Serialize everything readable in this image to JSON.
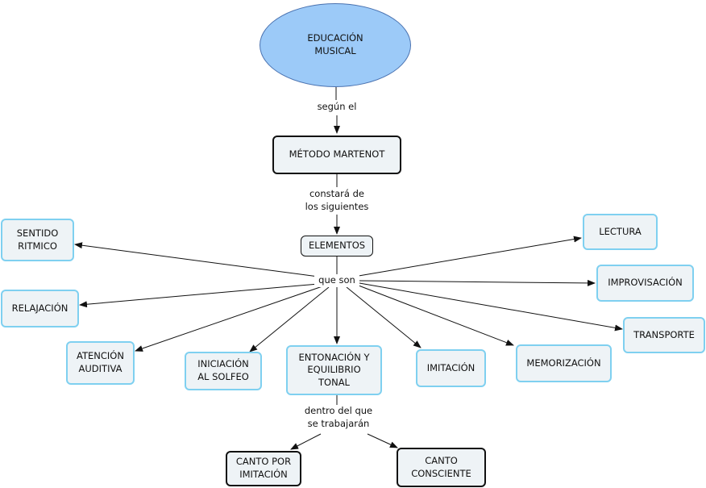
{
  "nodes": {
    "root": "EDUCACIÓN\nMUSICAL",
    "method": "MÉTODO MARTENOT",
    "elements": "ELEMENTOS",
    "sentido": "SENTIDO\nRITMICO",
    "relajacion": "RELAJACIÓN",
    "atencion": "ATENCIÓN\nAUDITIVA",
    "solfeo": "INICIACIÓN\nAL SOLFEO",
    "entonacion": "ENTONACIÓN Y\nEQUILIBRIO\nTONAL",
    "imitacion": "IMITACIÓN",
    "memorizacion": "MEMORIZACIÓN",
    "lectura": "LECTURA",
    "improvisacion": "IMPROVISACIÓN",
    "transporte": "TRANSPORTE",
    "canto_imitacion": "CANTO POR\nIMITACIÓN",
    "canto_consciente": "CANTO\nCONSCIENTE"
  },
  "linking_phrases": {
    "segun": "según el",
    "constara": "constará de\nlos siguientes",
    "que_son": "que son",
    "dentro": "dentro del que\nse trabajarán"
  },
  "colors": {
    "ellipse_fill": "#9ccaf8",
    "node_fill": "#eef3f6",
    "blue_border": "#7fd0f0"
  }
}
